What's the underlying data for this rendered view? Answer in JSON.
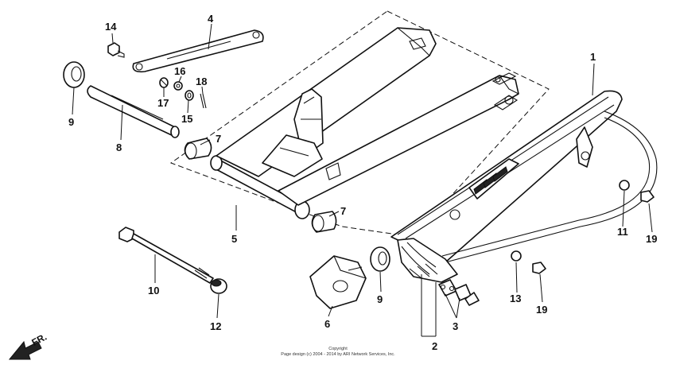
{
  "diagram": {
    "callouts": {
      "c1": "1",
      "c2": "2",
      "c3": "3",
      "c4": "4",
      "c5": "5",
      "c6": "6",
      "c7a": "7",
      "c7b": "7",
      "c8": "8",
      "c9a": "9",
      "c9b": "9",
      "c10": "10",
      "c11": "11",
      "c12": "12",
      "c13": "13",
      "c14": "14",
      "c15": "15",
      "c16": "16",
      "c17": "17",
      "c18": "18",
      "c19a": "19",
      "c19b": "19"
    },
    "front_label": "FR.",
    "copyright_line1": "Copyright",
    "copyright_line2": "Page design (c) 2004 - 2014 by ARI Network Services, Inc."
  }
}
